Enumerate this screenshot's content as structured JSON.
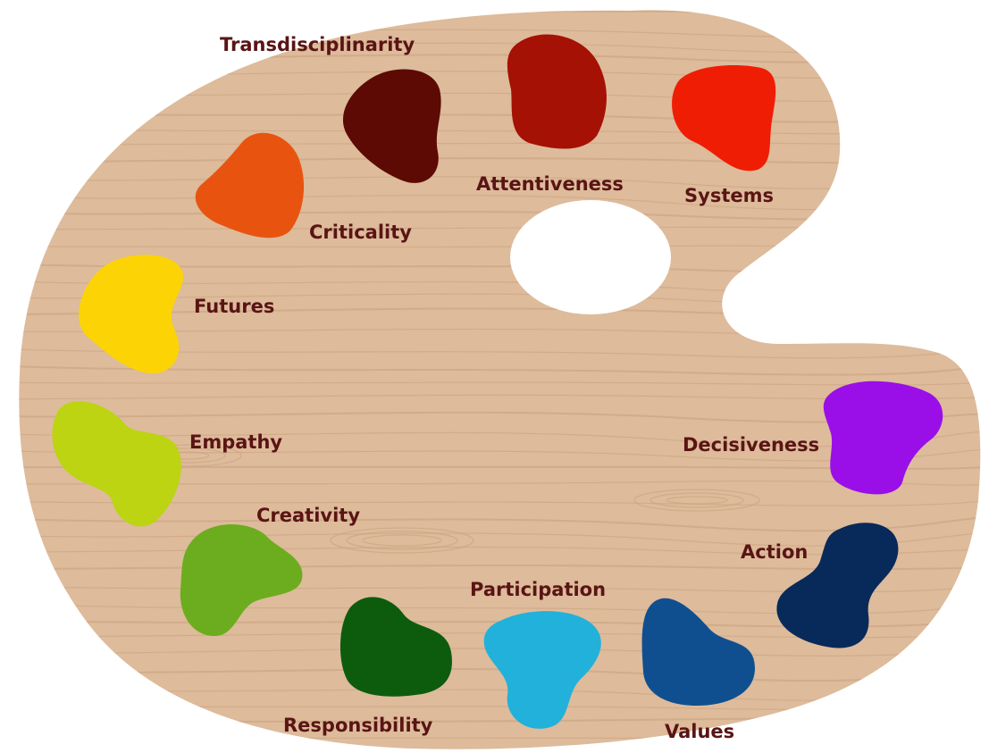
{
  "palette": {
    "wood_color": "#ddbb9b",
    "grain_color": "#c9a07c",
    "label_color": "#5a1414",
    "blobs": [
      {
        "key": "transdisciplinarity",
        "label": "Transdisciplinarity",
        "color": "#5c0a03"
      },
      {
        "key": "attentiveness",
        "label": "Attentiveness",
        "color": "#a51105"
      },
      {
        "key": "systems",
        "label": "Systems",
        "color": "#f01d05"
      },
      {
        "key": "criticality",
        "label": "Criticality",
        "color": "#e8540f"
      },
      {
        "key": "futures",
        "label": "Futures",
        "color": "#fcd405"
      },
      {
        "key": "empathy",
        "label": "Empathy",
        "color": "#bcd411"
      },
      {
        "key": "creativity",
        "label": "Creativity",
        "color": "#6bad1f"
      },
      {
        "key": "responsibility",
        "label": "Responsibility",
        "color": "#0d5c0d"
      },
      {
        "key": "participation",
        "label": "Participation",
        "color": "#21b1da"
      },
      {
        "key": "values",
        "label": "Values",
        "color": "#104f8f"
      },
      {
        "key": "action",
        "label": "Action",
        "color": "#082a5a"
      },
      {
        "key": "decisiveness",
        "label": "Decisiveness",
        "color": "#9a0fe8"
      }
    ]
  }
}
